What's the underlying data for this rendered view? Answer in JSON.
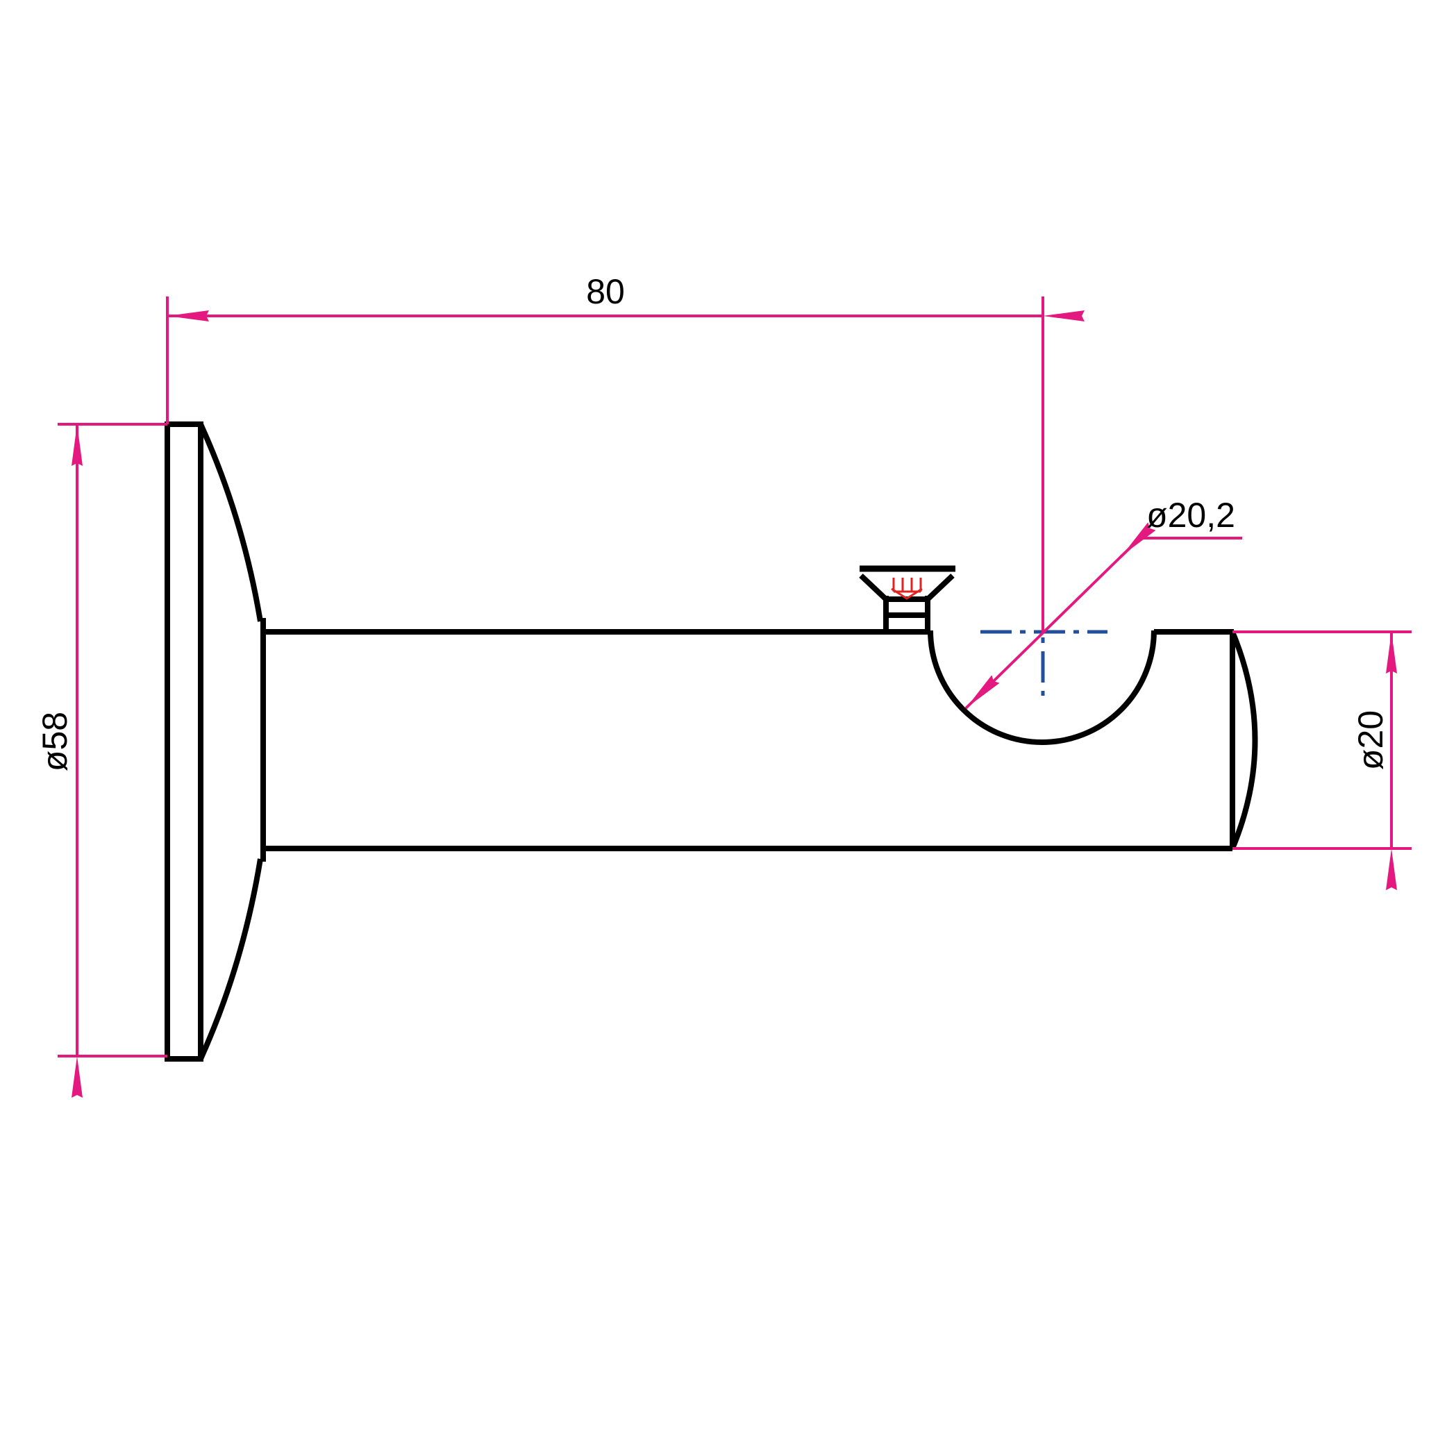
{
  "drawing": {
    "dimensions": {
      "length": "80",
      "hole_diameter": "ø20,2",
      "flange_diameter": "ø58",
      "rod_diameter": "ø20"
    },
    "colors": {
      "outline": "#000000",
      "dimension": "#e3197f",
      "centerline": "#214f9b",
      "screw_thread": "#e32222"
    }
  }
}
